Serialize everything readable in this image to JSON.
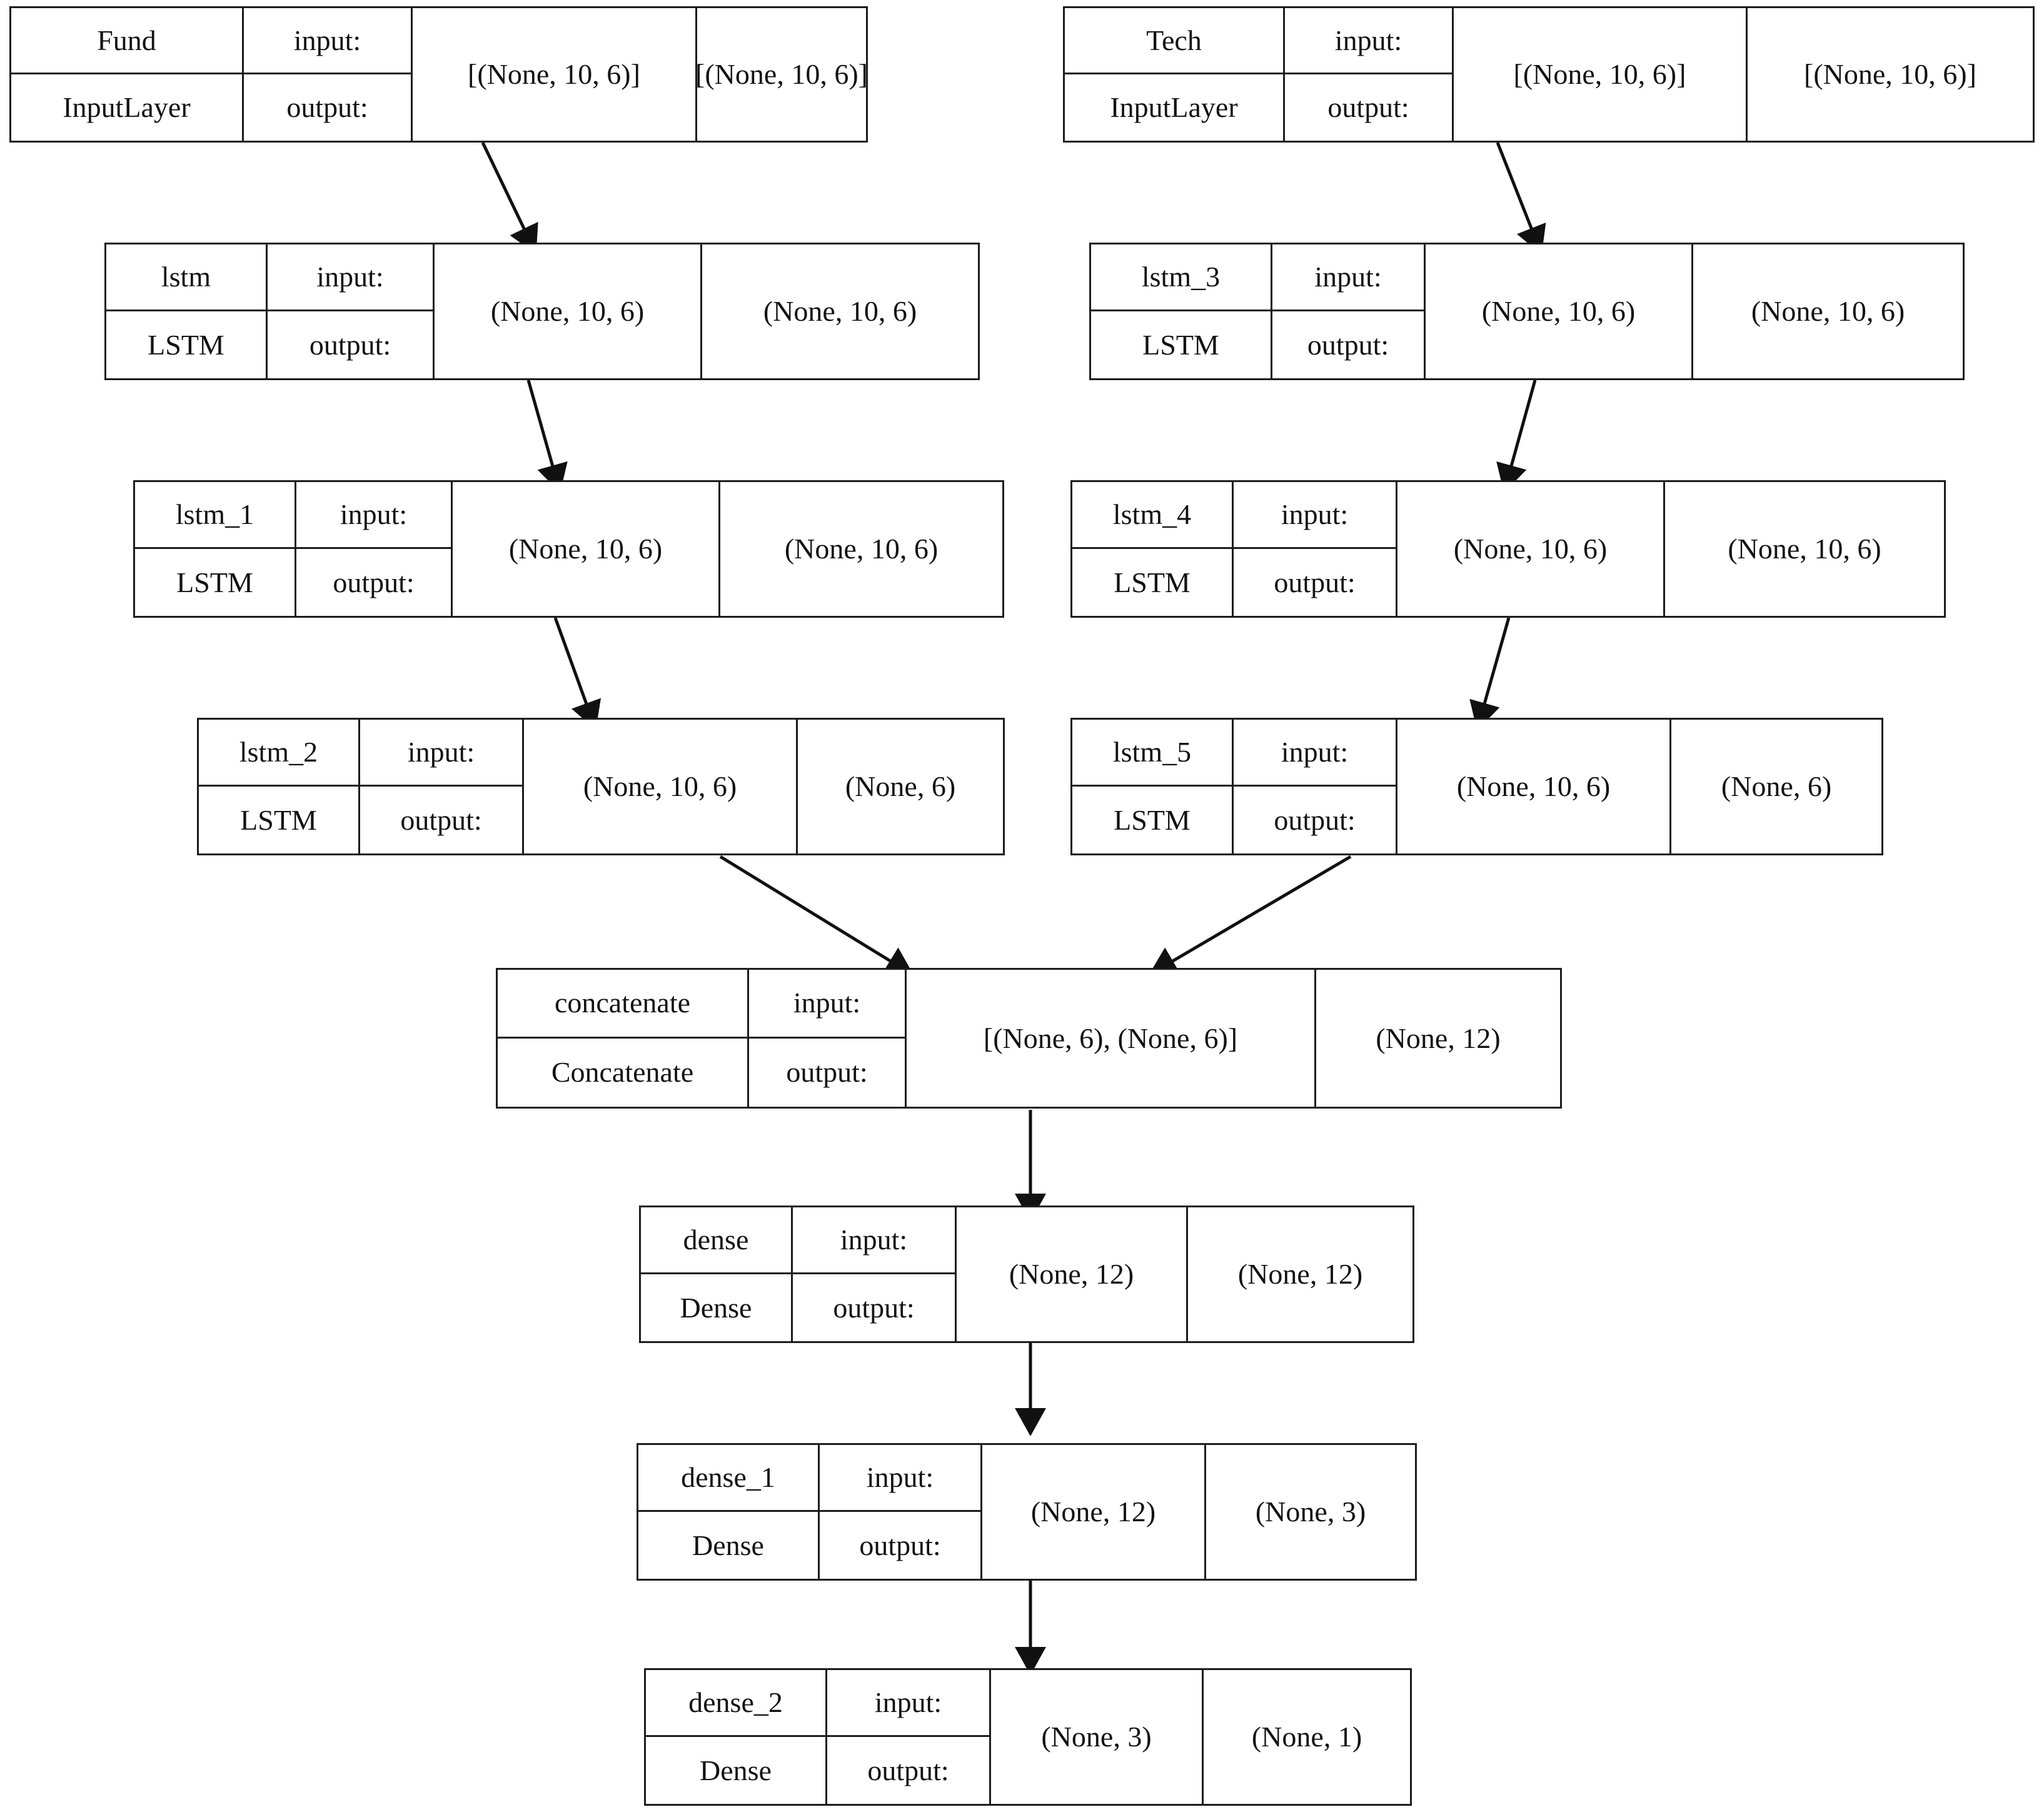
{
  "diagram": {
    "title": "Keras functional model plot",
    "background_color": "#ffffff",
    "border_color": "#1c1c1c",
    "text_color": "#121212"
  },
  "labels": {
    "input": "input:",
    "output": "output:"
  },
  "nodes": [
    {
      "id": "fund_input",
      "name": "Fund",
      "type": "InputLayer",
      "input_shape": "[(None, 10, 6)]",
      "output_shape": "[(None, 10, 6)]"
    },
    {
      "id": "tech_input",
      "name": "Tech",
      "type": "InputLayer",
      "input_shape": "[(None, 10, 6)]",
      "output_shape": "[(None, 10, 6)]"
    },
    {
      "id": "lstm",
      "name": "lstm",
      "type": "LSTM",
      "input_shape": "(None, 10, 6)",
      "output_shape": "(None, 10, 6)"
    },
    {
      "id": "lstm_3",
      "name": "lstm_3",
      "type": "LSTM",
      "input_shape": "(None, 10, 6)",
      "output_shape": "(None, 10, 6)"
    },
    {
      "id": "lstm_1",
      "name": "lstm_1",
      "type": "LSTM",
      "input_shape": "(None, 10, 6)",
      "output_shape": "(None, 10, 6)"
    },
    {
      "id": "lstm_4",
      "name": "lstm_4",
      "type": "LSTM",
      "input_shape": "(None, 10, 6)",
      "output_shape": "(None, 10, 6)"
    },
    {
      "id": "lstm_2",
      "name": "lstm_2",
      "type": "LSTM",
      "input_shape": "(None, 10, 6)",
      "output_shape": "(None, 6)"
    },
    {
      "id": "lstm_5",
      "name": "lstm_5",
      "type": "LSTM",
      "input_shape": "(None, 10, 6)",
      "output_shape": "(None, 6)"
    },
    {
      "id": "concatenate",
      "name": "concatenate",
      "type": "Concatenate",
      "input_shape": "[(None, 6), (None, 6)]",
      "output_shape": "(None, 12)"
    },
    {
      "id": "dense",
      "name": "dense",
      "type": "Dense",
      "input_shape": "(None, 12)",
      "output_shape": "(None, 12)"
    },
    {
      "id": "dense_1",
      "name": "dense_1",
      "type": "Dense",
      "input_shape": "(None, 12)",
      "output_shape": "(None, 3)"
    },
    {
      "id": "dense_2",
      "name": "dense_2",
      "type": "Dense",
      "input_shape": "(None, 3)",
      "output_shape": "(None, 1)"
    }
  ],
  "edges": [
    {
      "from": "fund_input",
      "to": "lstm"
    },
    {
      "from": "tech_input",
      "to": "lstm_3"
    },
    {
      "from": "lstm",
      "to": "lstm_1"
    },
    {
      "from": "lstm_3",
      "to": "lstm_4"
    },
    {
      "from": "lstm_1",
      "to": "lstm_2"
    },
    {
      "from": "lstm_4",
      "to": "lstm_5"
    },
    {
      "from": "lstm_2",
      "to": "concatenate"
    },
    {
      "from": "lstm_5",
      "to": "concatenate"
    },
    {
      "from": "concatenate",
      "to": "dense"
    },
    {
      "from": "dense",
      "to": "dense_1"
    },
    {
      "from": "dense_1",
      "to": "dense_2"
    }
  ]
}
